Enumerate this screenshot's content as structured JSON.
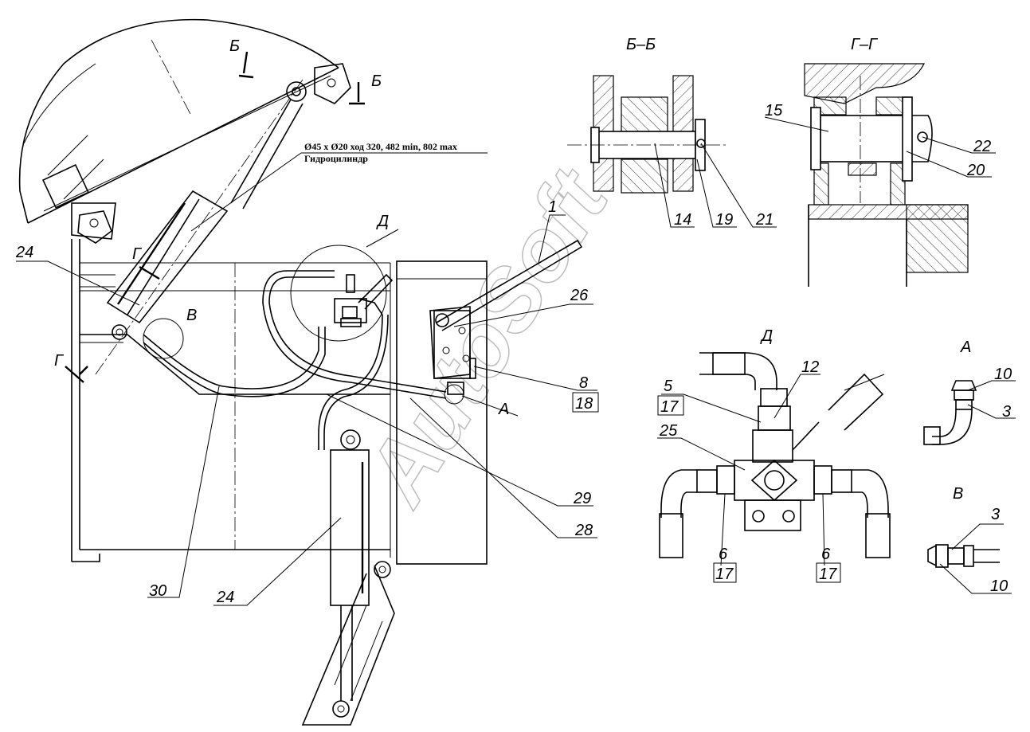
{
  "watermark": "AutoSoft",
  "cylinder_note": {
    "spec": "Ø45 x Ø20  ход 320, 482 min, 802 max",
    "name": "Гидроцилиндр"
  },
  "section_titles": {
    "bb": "Б–Б",
    "gg": "Г–Г",
    "d": "Д",
    "a": "А",
    "v": "В"
  },
  "section_markers": {
    "b_left": "Б",
    "b_right": "Б",
    "g_top": "Г",
    "g_bottom": "Г",
    "d": "Д",
    "v": "В",
    "a": "А"
  },
  "main_callouts": {
    "c1": "1",
    "c24_top": "24",
    "c26": "26",
    "c8": "8",
    "c18": "18",
    "c29": "29",
    "c28": "28",
    "c30": "30",
    "c24_bottom": "24"
  },
  "bb_callouts": {
    "c14": "14",
    "c19": "19",
    "c21": "21"
  },
  "gg_callouts": {
    "c15": "15",
    "c22": "22",
    "c20": "20"
  },
  "d_callouts": {
    "c12": "12",
    "c5": "5",
    "c17_top": "17",
    "c25": "25",
    "c6_left": "6",
    "c17_left": "17",
    "c6_right": "6",
    "c17_right": "17"
  },
  "a_callouts": {
    "c10": "10",
    "c3": "3"
  },
  "v_callouts": {
    "c3": "3",
    "c10": "10"
  }
}
